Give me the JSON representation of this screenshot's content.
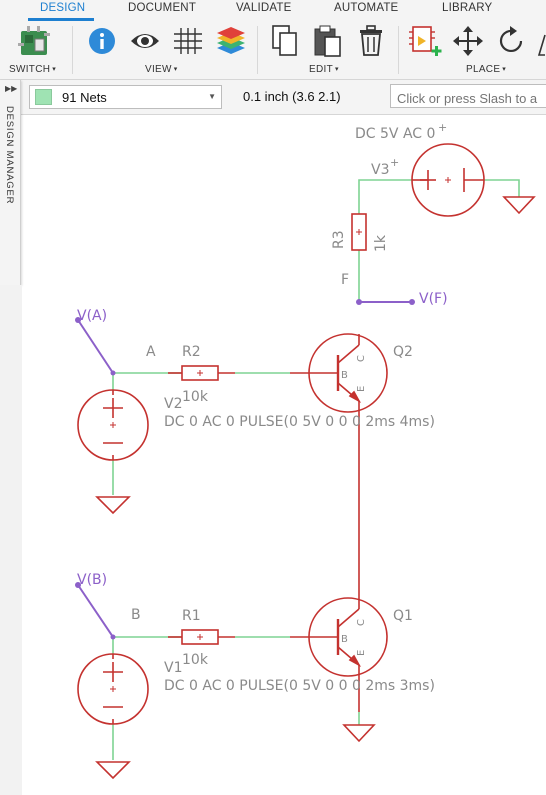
{
  "ribbon": {
    "tabs": [
      {
        "label": "DESIGN"
      },
      {
        "label": "DOCUMENT"
      },
      {
        "label": "VALIDATE"
      },
      {
        "label": "AUTOMATE"
      },
      {
        "label": "LIBRARY"
      }
    ],
    "groups": {
      "switch": "SWITCH",
      "view": "VIEW",
      "edit": "EDIT",
      "place": "PLACE"
    }
  },
  "toolbar": {
    "net_selector": "91 Nets",
    "grid_readout": "0.1 inch (3.6 2.1)",
    "command_placeholder": "Click or press Slash to a"
  },
  "sidebar": {
    "label": "DESIGN MANAGER"
  },
  "schematic": {
    "colors": {
      "wire": "#7ed493",
      "symbol": "#c4322f",
      "net_label": "#8c60c9",
      "text": "#808080"
    },
    "v3": {
      "name": "V3",
      "value": "DC 5V AC 0"
    },
    "r3": {
      "name": "R3",
      "value": "1k"
    },
    "node_f": "F",
    "net_vf": "V(F)",
    "net_va": "V(A)",
    "node_a": "A",
    "r2": {
      "name": "R2",
      "value": "10k"
    },
    "q2": {
      "name": "Q2"
    },
    "v2": {
      "name": "V2",
      "value": "DC 0 AC 0 PULSE(0 5V 0 0 0 2ms 4ms)"
    },
    "net_vb": "V(B)",
    "node_b": "B",
    "r1": {
      "name": "R1",
      "value": "10k"
    },
    "q1": {
      "name": "Q1"
    },
    "v1": {
      "name": "V1",
      "value": "DC 0 AC 0 PULSE(0 5V 0 0 0 2ms 3ms)"
    },
    "pin_b": "B",
    "pin_c": "C",
    "pin_e": "E"
  }
}
